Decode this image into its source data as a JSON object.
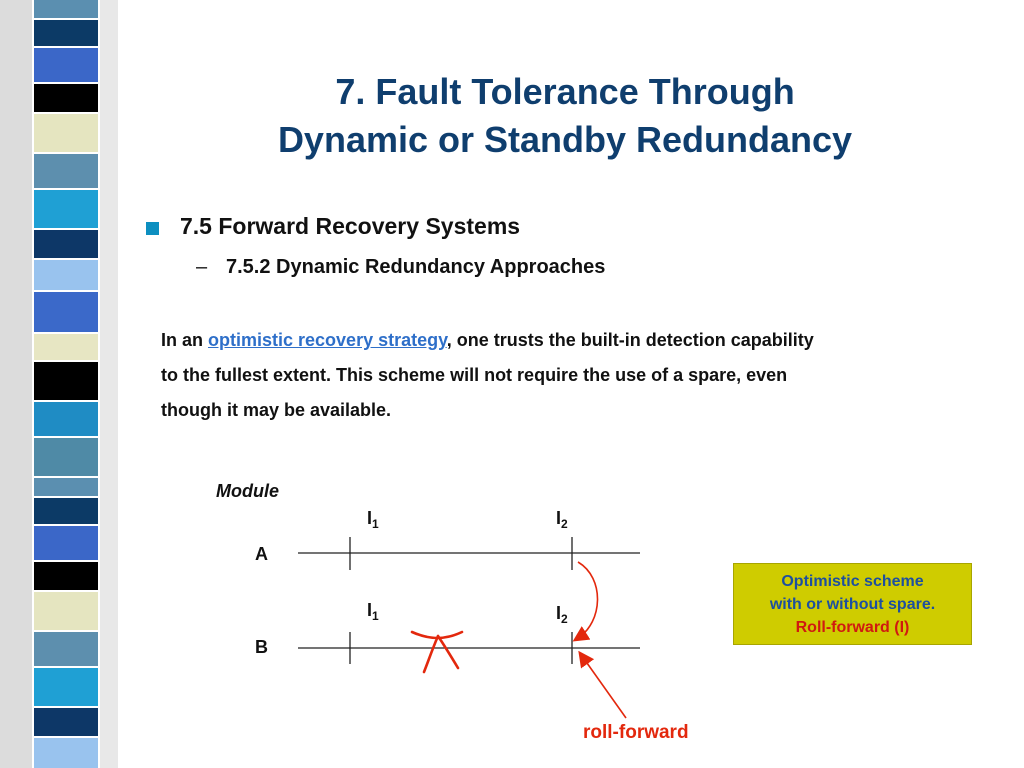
{
  "title": {
    "line1": "7. Fault Tolerance Through",
    "line2": "Dynamic or Standby Redundancy"
  },
  "section": "7.5 Forward Recovery Systems",
  "subsection_dash": "–",
  "subsection": "7.5.2 Dynamic Redundancy Approaches",
  "paragraph": {
    "before_link": "In an ",
    "link": "optimistic recovery strategy",
    "after_link": ", one trusts the built-in detection capability",
    "line2": "to the fullest extent. This scheme will not require the  use of a spare, even",
    "line3": "though it may be available."
  },
  "diagram": {
    "module_label": "Module",
    "module_a": "A",
    "module_b": "B",
    "interval_letter": "I",
    "sub1": "1",
    "sub2": "2"
  },
  "note": {
    "line1": "Optimistic scheme",
    "line2": "with or without spare.",
    "line3": "Roll-forward (I)"
  },
  "roll_forward_label": "roll-forward",
  "colors": {
    "title": "#0f3e6e",
    "bullet": "#0d8fc0",
    "link": "#2e6fc9",
    "note_bg": "#cfcc00",
    "note_text": "#1d4fa0",
    "accent_red": "#e3280d"
  }
}
